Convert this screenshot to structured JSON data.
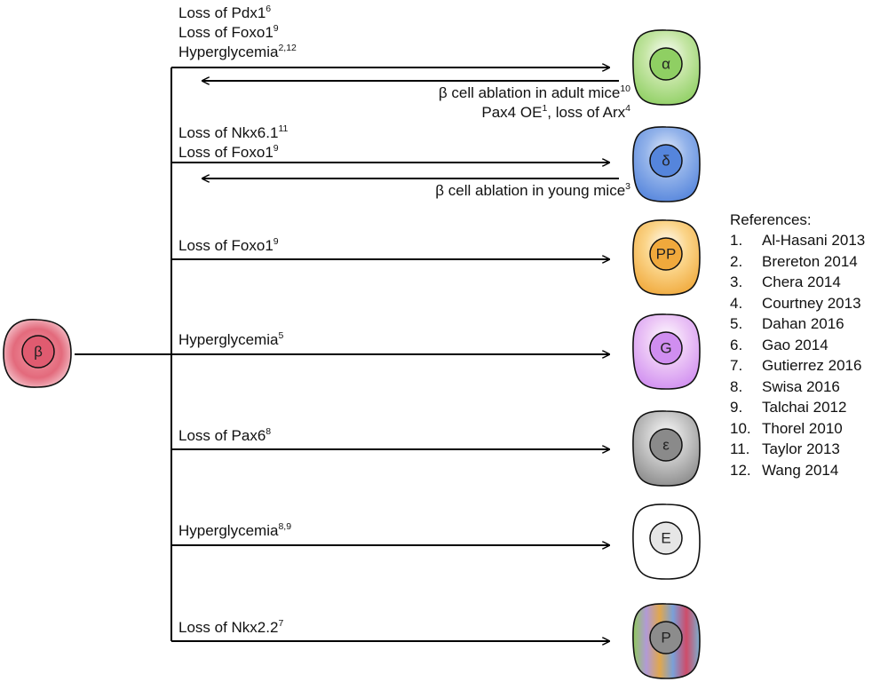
{
  "source_cell": {
    "id": "beta",
    "symbol": "β"
  },
  "target_cells": [
    {
      "id": "alpha",
      "symbol": "α",
      "colors": [
        "#ffffff",
        "#c6e6a6",
        "#8fcf63"
      ]
    },
    {
      "id": "delta",
      "symbol": "δ",
      "colors": [
        "#e4ecfa",
        "#93b3ea",
        "#5585dc"
      ]
    },
    {
      "id": "pp",
      "symbol": "PP",
      "colors": [
        "#ffffff",
        "#fbd58a",
        "#f0a93c"
      ]
    },
    {
      "id": "g",
      "symbol": "G",
      "colors": [
        "#ffffff",
        "#ecc7f6",
        "#d08ef0"
      ]
    },
    {
      "id": "epsilon",
      "symbol": "ε",
      "colors": [
        "#ffffff",
        "#c8c8c8",
        "#8a8a8a"
      ]
    },
    {
      "id": "e",
      "symbol": "E",
      "colors": [
        "#ffffff",
        "#ffffff",
        "#ffffff"
      ]
    },
    {
      "id": "p",
      "symbol": "P",
      "colors": [
        "#8fc95b",
        "#b19ad6",
        "#e0a74e",
        "#7aa0d8",
        "#ce4c6a",
        "#7ab0d0"
      ]
    }
  ],
  "forward_labels": [
    {
      "lines": [
        {
          "text": "Loss of Pdx1",
          "sup": "6"
        },
        {
          "text": "Loss of Foxo1",
          "sup": "9"
        },
        {
          "text": "Hyperglycemia",
          "sup": "2,12"
        }
      ]
    },
    {
      "lines": [
        {
          "text": "Loss of Nkx6.1",
          "sup": "11"
        },
        {
          "text": "Loss of Foxo1",
          "sup": "9"
        }
      ]
    },
    {
      "lines": [
        {
          "text": "Loss of Foxo1",
          "sup": "9"
        }
      ]
    },
    {
      "lines": [
        {
          "text": "Hyperglycemia",
          "sup": "5"
        }
      ]
    },
    {
      "lines": [
        {
          "text": "Loss of Pax6",
          "sup": "8"
        }
      ]
    },
    {
      "lines": [
        {
          "text": "Hyperglycemia",
          "sup": "8,9"
        }
      ]
    },
    {
      "lines": [
        {
          "text": "Loss of Nkx2.2",
          "sup": "7"
        }
      ]
    }
  ],
  "reverse_labels": [
    {
      "lines": [
        {
          "parts": [
            {
              "text": "β cell ablation in adult mice",
              "sup": "10"
            }
          ]
        },
        {
          "parts": [
            {
              "text": "Pax4 OE",
              "sup": "1"
            },
            {
              "text": ", loss of Arx",
              "sup": "4"
            }
          ]
        }
      ]
    },
    {
      "lines": [
        {
          "parts": [
            {
              "text": "β cell ablation in young mice",
              "sup": "3"
            }
          ]
        }
      ]
    }
  ],
  "references": {
    "title": "References:",
    "items": [
      {
        "num": "1.",
        "text": "Al-Hasani 2013"
      },
      {
        "num": "2.",
        "text": "Brereton 2014"
      },
      {
        "num": "3.",
        "text": "Chera 2014"
      },
      {
        "num": "4.",
        "text": "Courtney 2013"
      },
      {
        "num": "5.",
        "text": "Dahan 2016"
      },
      {
        "num": "6.",
        "text": "Gao 2014"
      },
      {
        "num": "7.",
        "text": "Gutierrez 2016"
      },
      {
        "num": "8.",
        "text": "Swisa 2016"
      },
      {
        "num": "9.",
        "text": "Talchai 2012"
      },
      {
        "num": "10.",
        "text": "Thorel 2010"
      },
      {
        "num": "11.",
        "text": "Taylor 2013"
      },
      {
        "num": "12.",
        "text": "Wang 2014"
      }
    ]
  }
}
